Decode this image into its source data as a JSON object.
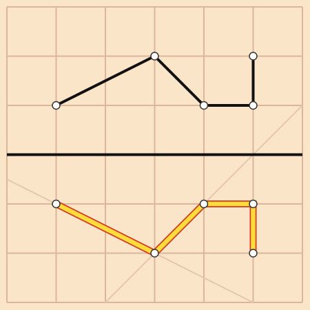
{
  "puzzle": {
    "cols": 6,
    "rows": 6,
    "colors": {
      "background": "#fae5c8",
      "grid_line": "#dcb69b",
      "mirror_line": "#111111",
      "target_path": "#111111",
      "hint_line": "#e4c7ac",
      "answer_fill": "#fedd3a",
      "answer_edge": "#d33a23",
      "node_fill": "#ffffff",
      "node_stroke": "#333333"
    },
    "mirror_row": 3,
    "target_path": [
      [
        1,
        2
      ],
      [
        3,
        1
      ],
      [
        4,
        2
      ],
      [
        5,
        2
      ],
      [
        5,
        1
      ]
    ],
    "answer_path": [
      [
        1,
        4
      ],
      [
        3,
        5
      ],
      [
        4,
        4
      ],
      [
        5,
        4
      ],
      [
        5,
        5
      ]
    ],
    "hint_lines": [
      [
        [
          0,
          3.5
        ],
        [
          5,
          6
        ]
      ],
      [
        [
          2,
          6
        ],
        [
          6,
          2
        ]
      ]
    ]
  }
}
